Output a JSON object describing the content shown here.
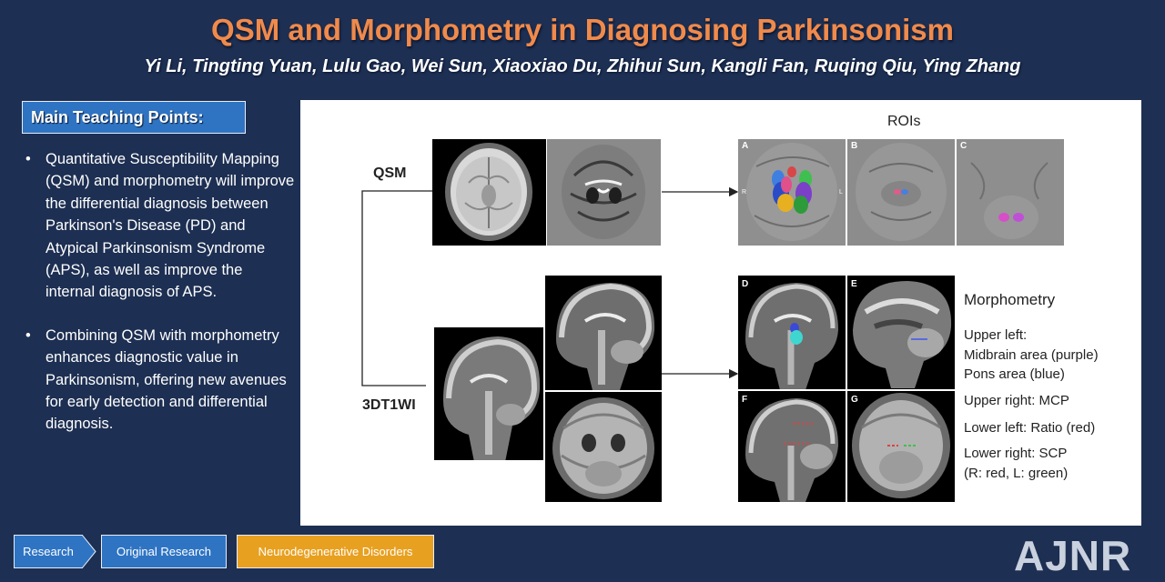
{
  "title": "QSM and Morphometry in Diagnosing Parkinsonism",
  "authors": "Yi Li, Tingting Yuan, Lulu Gao, Wei Sun, Xiaoxiao Du, Zhihui Sun, Kangli Fan, Ruqing Qiu, Ying Zhang",
  "teaching": {
    "heading": "Main Teaching Points:",
    "points": [
      "Quantitative Susceptibility Mapping (QSM) and morphometry will improve the differential diagnosis between Parkinson's Disease (PD) and Atypical Parkinsonism Syndrome (APS), as well as improve the internal diagnosis of APS.",
      "Combining QSM with morphometry enhances diagnostic value in Parkinsonism, offering new avenues for early detection and differential diagnosis."
    ]
  },
  "figure": {
    "qsm_label": "QSM",
    "t1_label": "3DT1WI",
    "rois_label": "ROIs",
    "morph_label": "Morphometry",
    "panel_letters": [
      "A",
      "B",
      "C",
      "D",
      "E",
      "F",
      "G"
    ],
    "side_marks": [
      "R",
      "L"
    ],
    "legend": {
      "upper_left_1": "Upper left:",
      "upper_left_2": "Midbrain area (purple)",
      "upper_left_3": "Pons area (blue)",
      "upper_right": "Upper right: MCP",
      "lower_left": "Lower left: Ratio (red)",
      "lower_right_1": "Lower right: SCP",
      "lower_right_2": "(R: red, L: green)"
    }
  },
  "footer": {
    "tag1": "Research",
    "tag2": "Original Research",
    "tag3": "Neurodegenerative Disorders",
    "logo": "AJNR"
  },
  "colors": {
    "background": "#1d2f52",
    "title": "#f08a4b",
    "accent_blue": "#2e74c3",
    "tag_orange": "#e8a020"
  }
}
